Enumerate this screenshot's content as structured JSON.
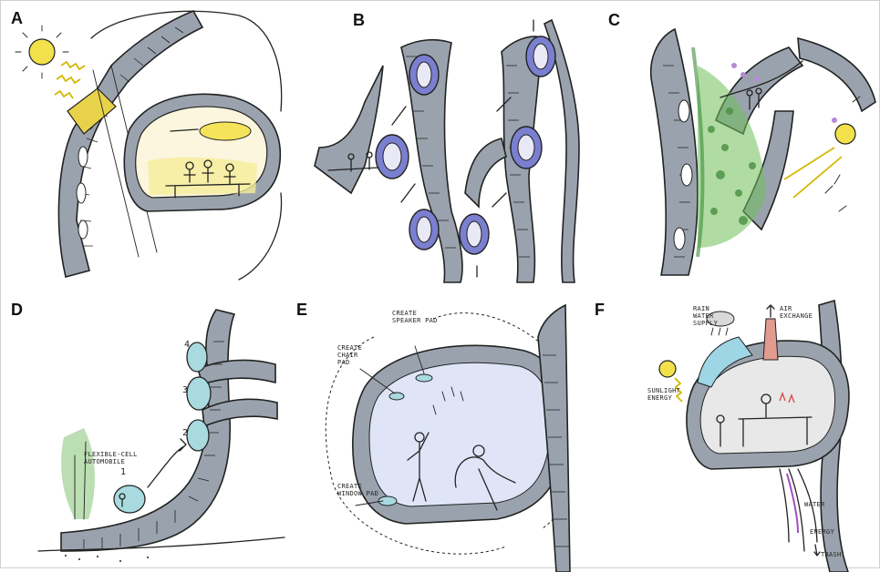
{
  "panels": [
    {
      "label": "A"
    },
    {
      "label": "B"
    },
    {
      "label": "C"
    },
    {
      "label": "D",
      "annotations": {
        "cell_numbers": [
          "4",
          "3",
          "2",
          "1"
        ],
        "automobile": "FLEXIBLE-CELL AUTOMOBILE"
      }
    },
    {
      "label": "E",
      "annotations": {
        "speaker": "CREATE SPEAKER PAD",
        "chair": "CREATE CHAIR PAD",
        "window": "CREATE WINDOW PAD"
      }
    },
    {
      "label": "F",
      "annotations": {
        "water": "RAIN WATER SUPPLY",
        "air": "AIR EXCHANGE",
        "sunlight": "SUNLIGHT ENERGY",
        "water_out": "WATER",
        "energy_out": "ENERGY",
        "trash": "TRASH"
      }
    }
  ],
  "colors": {
    "wall": "#9aa3ad",
    "pod": "#7b7fd0",
    "cell": "#a8dadf",
    "sun": "#f2e14a",
    "greenery": "#6fbf5a",
    "water": "#9fd6e6",
    "air": "#e39b8f"
  }
}
